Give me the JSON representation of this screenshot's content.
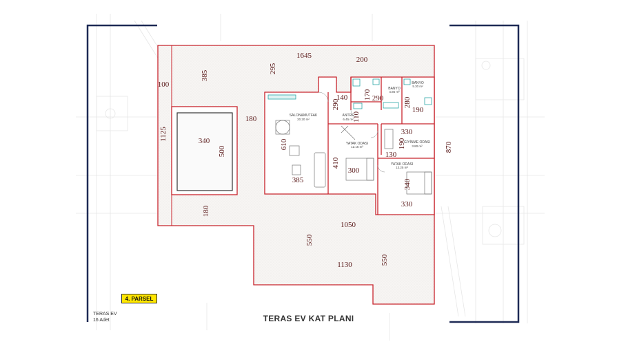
{
  "title": "TERAS EV KAT PLANI",
  "parcel_badge": "4. PARSEL",
  "house_type": "TERAS EV",
  "unit_count": "16 Adet",
  "rooms": {
    "salon": {
      "name": "SALON&MUTFAK",
      "area": "20.20  m²"
    },
    "antre": {
      "name": "ANTRE",
      "area": "6.45  m²"
    },
    "yatak1": {
      "name": "YATAK ODASI",
      "area": "12.15 m²"
    },
    "giyinme": {
      "name": "GİYİNME ODASI",
      "area": "3.80 m²"
    },
    "yatak2": {
      "name": "YATAK ODASI",
      "area": "13.25 m²"
    },
    "banyo1": {
      "name": "BANYO",
      "area": "4.86 m²"
    },
    "banyo2": {
      "name": "BANYO",
      "area": "5.30 m²"
    }
  },
  "dimensions": {
    "top_width": "1645",
    "top_right": "200",
    "left_strip": "100",
    "pool_offset": "385",
    "house_offset": "295",
    "left_height": "1125",
    "pool_gap": "180",
    "pool_width": "340",
    "pool_length": "500",
    "salon_depth": "610",
    "salon_width": "385",
    "entry_w": "140",
    "entry_h": "290",
    "bath_170": "170",
    "bath_290": "290",
    "bath2_280": "280",
    "bath2_190": "190",
    "antre_110": "110",
    "yatak1_depth": "410",
    "yatak1_width": "300",
    "giy_330": "330",
    "giy_190": "190",
    "giy_130": "130",
    "yatak2_340": "340",
    "yatak2_330": "330",
    "right_height": "870",
    "lower_180": "180",
    "lower_width": "1050",
    "lower_550a": "550",
    "bottom_width": "1130",
    "lower_550b": "550"
  }
}
